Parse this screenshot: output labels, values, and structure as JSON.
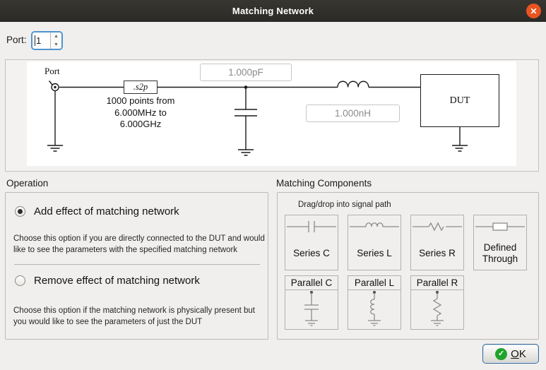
{
  "window": {
    "title": "Matching Network",
    "close_icon": "✕"
  },
  "port": {
    "label": "Port:",
    "value": "1"
  },
  "diagram": {
    "port_label": "Port",
    "s2p_label": ".s2p",
    "points_lines": [
      "1000 points from",
      "6.000MHz to",
      "6.000GHz"
    ],
    "cap_value": "1.000pF",
    "ind_value": "1.000nH",
    "dut_label": "DUT"
  },
  "operation": {
    "heading": "Operation",
    "options": [
      {
        "label": "Add effect of matching network",
        "selected": true,
        "description": "Choose this option if you are directly connected to the DUT and would like to see the parameters with the specified matching network"
      },
      {
        "label": "Remove effect of matching network",
        "selected": false,
        "description": "Choose this option if the matching network is physically present but you would like to see the parameters of just the DUT"
      }
    ]
  },
  "components": {
    "heading": "Matching Components",
    "hint": "Drag/drop into signal path",
    "series": [
      "Series C",
      "Series L",
      "Series R",
      "Defined Through"
    ],
    "parallel": [
      "Parallel C",
      "Parallel L",
      "Parallel R"
    ]
  },
  "footer": {
    "ok_mnemonic": "O",
    "ok_rest": "K"
  },
  "colors": {
    "accent_orange": "#e95420",
    "ok_green": "#1ea32b",
    "focus_blue": "#4f94d0"
  }
}
